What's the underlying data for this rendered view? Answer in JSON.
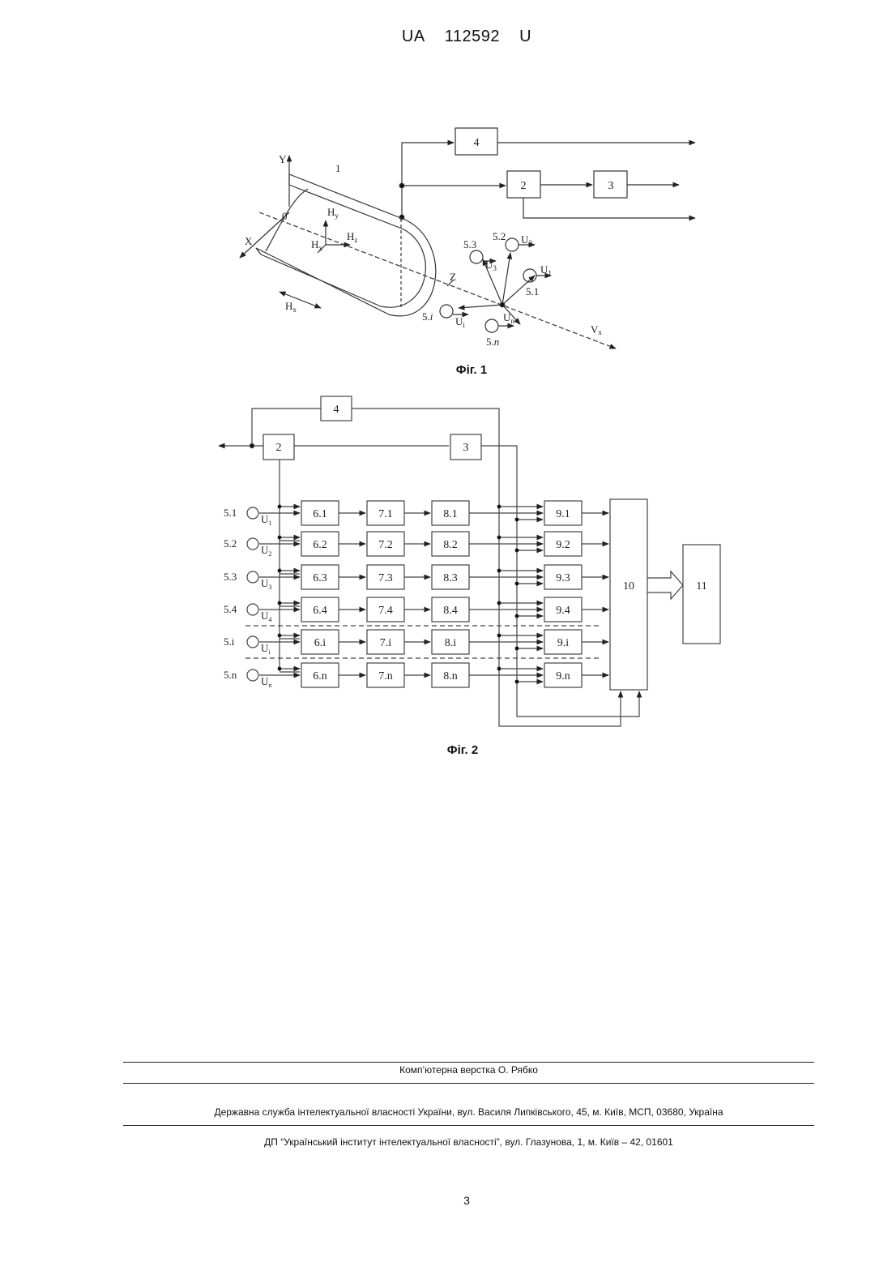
{
  "header": {
    "country": "UA",
    "number": "112592",
    "kind": "U"
  },
  "fig1": {
    "caption": "Фіг. 1",
    "block_4": "4",
    "block_2": "2",
    "block_3": "3",
    "axis_y": "Y",
    "axis_x": "X",
    "axis_z": "Z",
    "origin": "0",
    "pipe_label": "1",
    "field_hy": "H",
    "field_hy_sub": "y",
    "field_hz": "H",
    "field_hz_sub": "z",
    "field_hx_inner": "H",
    "field_hx_inner_sub": "x",
    "field_hx": "H",
    "field_hx_sub": "x",
    "velocity": "V",
    "velocity_sub": "x",
    "sensor_5_3": "5.3",
    "sensor_5_2": "5.2",
    "sensor_5_1": "5.1",
    "sensor_5_i": "5.",
    "sensor_5_i_italic": "i",
    "sensor_5_n": "5.",
    "sensor_5_n_italic": "n",
    "u2": "U",
    "u2_sub": "2",
    "u3": "U",
    "u3_sub": "3",
    "u1": "U",
    "u1_sub": "1",
    "ui": "U",
    "ui_sub": "i",
    "un": "U",
    "un_sub": "n"
  },
  "fig2": {
    "caption": "Фіг. 2",
    "block_4": "4",
    "block_2": "2",
    "block_3": "3",
    "block_10": "10",
    "block_11": "11",
    "rows": [
      {
        "sensor": "5.1",
        "u": "U",
        "u_sub": "1",
        "b6": "6.1",
        "b7": "7.1",
        "b8": "8.1",
        "b9": "9.1"
      },
      {
        "sensor": "5.2",
        "u": "U",
        "u_sub": "2",
        "b6": "6.2",
        "b7": "7.2",
        "b8": "8.2",
        "b9": "9.2"
      },
      {
        "sensor": "5.3",
        "u": "U",
        "u_sub": "3",
        "b6": "6.3",
        "b7": "7.3",
        "b8": "8.3",
        "b9": "9.3"
      },
      {
        "sensor": "5.4",
        "u": "U",
        "u_sub": "4",
        "b6": "6.4",
        "b7": "7.4",
        "b8": "8.4",
        "b9": "9.4"
      },
      {
        "sensor": "5.i",
        "u": "U",
        "u_sub": "i",
        "b6": "6.i",
        "b7": "7.i",
        "b8": "8.i",
        "b9": "9.i"
      },
      {
        "sensor": "5.n",
        "u": "U",
        "u_sub": "n",
        "b6": "6.n",
        "b7": "7.n",
        "b8": "8.n",
        "b9": "9.n"
      }
    ]
  },
  "footer": {
    "typesetter": "Комп’ютерна верстка О. Рябко",
    "agency": "Державна служба інтелектуальної власності України, вул. Василя Липківського, 45, м. Київ, МСП, 03680, Україна",
    "institute": "ДП “Український інститут інтелектуальної власності”, вул. Глазунова, 1, м. Київ – 42, 01601"
  },
  "page_number": "3"
}
